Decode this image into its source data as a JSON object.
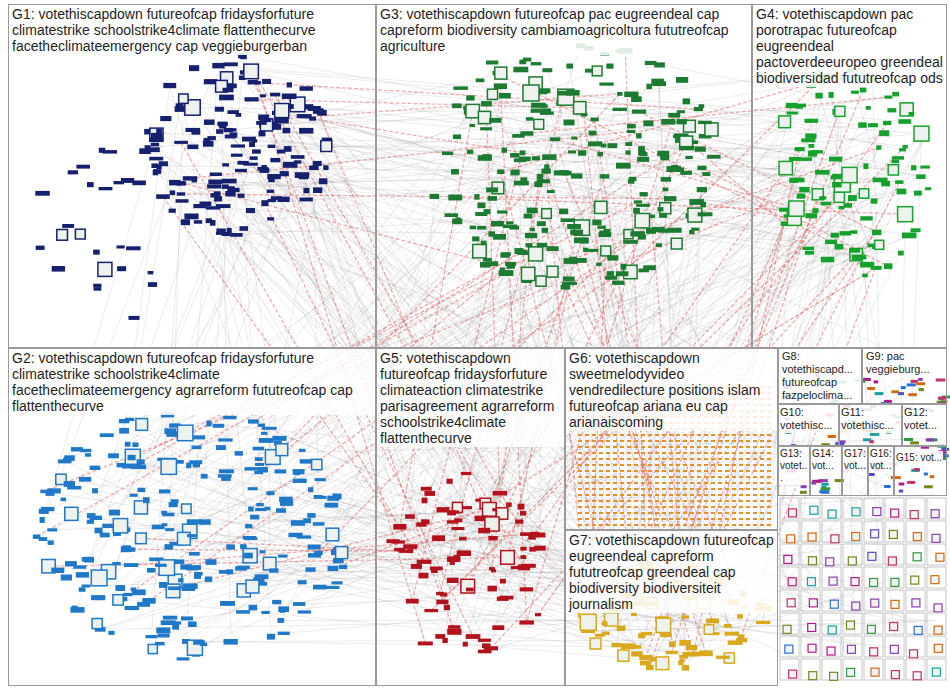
{
  "diagram": {
    "nodes": [
      {
        "text": [
          "G1: votethiscapdown futureofcap fridaysforfuture climatestrike schoolstrike4climate flattenthecurve facetheclimateemergency cap veggieburgerban"
        ]
      },
      {
        "text": [
          "G3: votethiscapdown futureofcap pac eugreendeal cap capreform biodiversity cambiamoagricoltura fututreofcap agriculture"
        ]
      },
      {
        "text": [
          "G4: votethiscapdown pac porotrapac futureofcap eugreendeal pactoverdeeuropeo greendeal biodiversidad fututreofcap ods"
        ]
      },
      {
        "text": [
          "G2: votethiscapdown futureofcap fridaysforfuture climatestrike schoolstrike4climate facetheclimateemergency agrarreform fututreofcap cap flattenthecurve"
        ]
      },
      {
        "text": [
          "G5: votethiscapdown futureofcap fridaysforfuture climateaction climatestrike parisagreement agrarreform schoolstrike4climate flattenthecurve"
        ]
      },
      {
        "text": [
          "G6: votethiscapdown sweetmelodyvideo vendredilecture positions islam futureofcap ariana eu cap arianaiscoming"
        ]
      },
      {
        "text": [
          "G8: votethiscapd... futureofcap fazpeloclima..."
        ]
      },
      {
        "text": [
          "G9: pac veggieburg..."
        ]
      },
      {
        "text": [
          "G10: votethisc..."
        ]
      },
      {
        "text": [
          "G11: votethisc..."
        ]
      },
      {
        "text": [
          "G12: votet..."
        ]
      },
      {
        "text": [
          "G13: votet..."
        ]
      },
      {
        "text": [
          "G14: vot..."
        ]
      },
      {
        "text": [
          "G17: vot..."
        ]
      },
      {
        "text": [
          "G16: vot..."
        ]
      },
      {
        "text": [
          "G15: vot..."
        ]
      },
      {
        "text": [
          "G7: votethiscapdown futureofcap eugreendeal capreform fututreofcap greendeal cap biodiversity biodiversiteit journalism"
        ]
      }
    ]
  }
}
